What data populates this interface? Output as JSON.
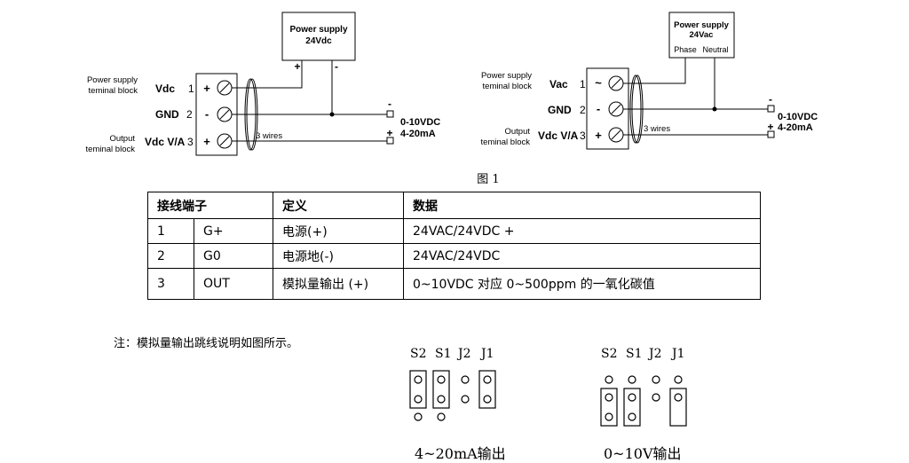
{
  "wiring_dc": {
    "psu_title": "Power supply",
    "psu_voltage": "24Vdc",
    "psu_plus": "+",
    "psu_minus": "-",
    "block_label_1": "Power supply",
    "block_label_2": "teminal block",
    "out_label_1": "Output",
    "out_label_2": "teminal block",
    "term1_name": "Vdc",
    "term1_num": "1",
    "term1_sym": "+",
    "term2_name": "GND",
    "term2_num": "2",
    "term2_sym": "-",
    "term3_name": "Vdc V/A",
    "term3_num": "3",
    "term3_sym": "+",
    "wires": "3 wires",
    "out_minus": "-",
    "out_plus": "+",
    "out_v": "0-10VDC",
    "out_i": "4-20mA"
  },
  "wiring_ac": {
    "psu_title": "Power supply",
    "psu_voltage": "24Vac",
    "psu_phase": "Phase",
    "psu_neutral": "Neutral",
    "block_label_1": "Power supply",
    "block_label_2": "teminal block",
    "out_label_1": "Output",
    "out_label_2": "teminal block",
    "term1_name": "Vac",
    "term1_num": "1",
    "term1_sym": "~",
    "term2_name": "GND",
    "term2_num": "2",
    "term2_sym": "-",
    "term3_name": "Vdc V/A",
    "term3_num": "3",
    "term3_sym": "+",
    "wires": "3 wires",
    "out_minus": "-",
    "out_plus": "+",
    "out_v": "0-10VDC",
    "out_i": "4-20mA"
  },
  "figure_caption": "图 1",
  "table": {
    "headers": [
      "接线端子",
      "定义",
      "数据"
    ],
    "rows": [
      {
        "num": "1",
        "term": "G+",
        "def": "电源(+)",
        "data": "24VAC/24VDC +"
      },
      {
        "num": "2",
        "term": "G0",
        "def": "电源地(-)",
        "data": "24VAC/24VDC"
      },
      {
        "num": "3",
        "term": "OUT",
        "def": "模拟量输出 (+)",
        "data": "0~10VDC  对应 0~500ppm 的一氧化碳值"
      }
    ]
  },
  "note": "注：模拟量输出跳线说明如图所示。",
  "jumpers": {
    "labels": [
      "S2",
      "S1",
      "J2",
      "J1"
    ],
    "current_caption": "4~20mA输出",
    "voltage_caption": "0~10V输出"
  }
}
